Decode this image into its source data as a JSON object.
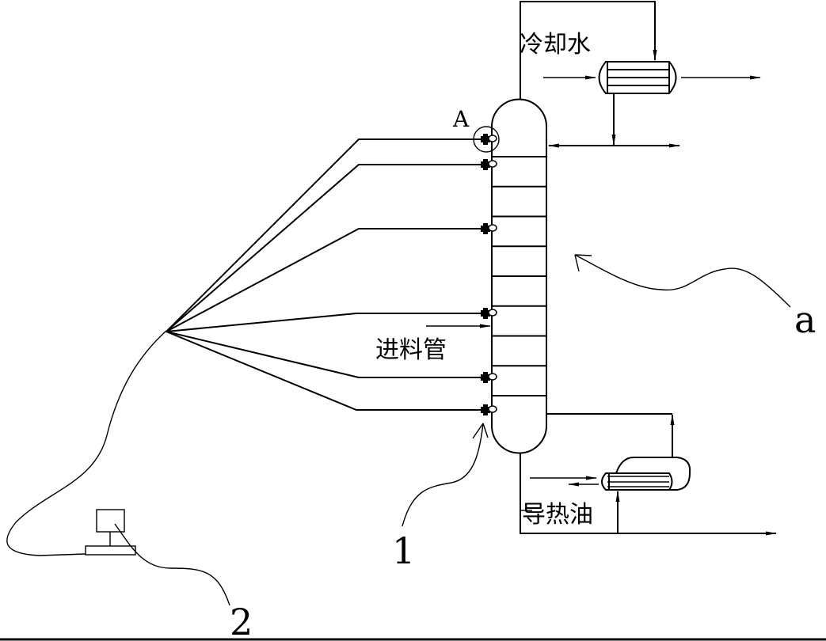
{
  "diagram": {
    "title": "",
    "labels": {
      "cooling_water": "冷却水",
      "feed_pipe": "进料管",
      "heat_transfer_oil": "导热油",
      "detail_marker": "A",
      "ref_column": "a",
      "ref_sensor": "1",
      "ref_monitor": "2"
    },
    "components": [
      {
        "id": "column",
        "name": "distillation column",
        "trays": 9
      },
      {
        "id": "condenser",
        "name": "condenser (shell-and-tube)"
      },
      {
        "id": "reboiler",
        "name": "reboiler (kettle type)"
      },
      {
        "id": "sensors",
        "name": "temperature sensors",
        "count": 6
      },
      {
        "id": "monitor",
        "name": "monitoring terminal"
      }
    ]
  }
}
